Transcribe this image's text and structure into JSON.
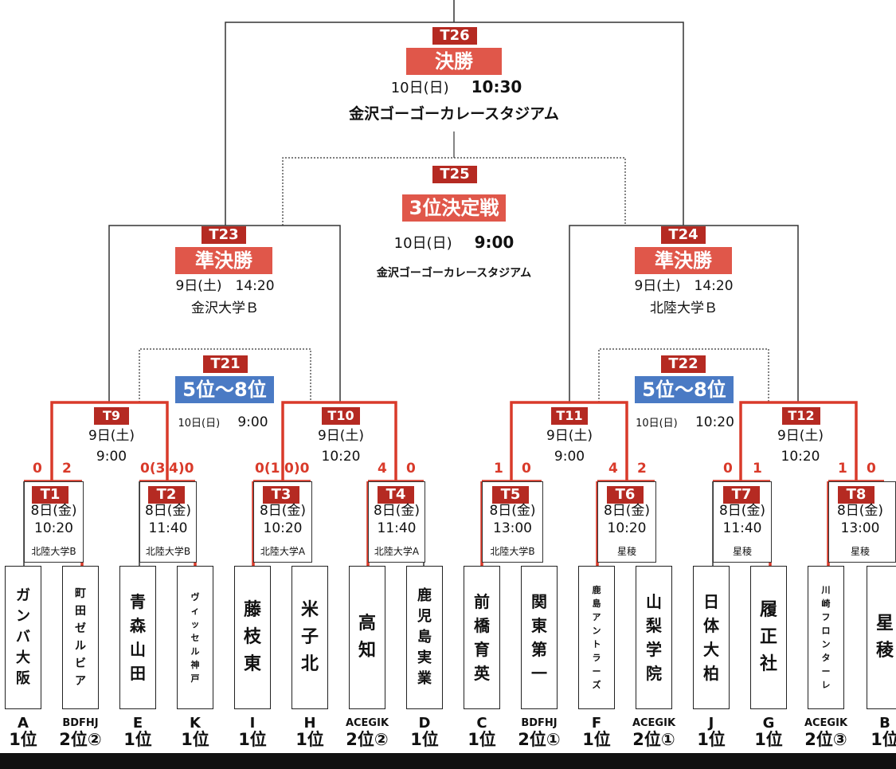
{
  "matches": {
    "T26": {
      "code": "T26",
      "title": "決勝",
      "date": "10日(日)",
      "time": "10:30",
      "venue": "金沢ゴーゴーカレースタジアム"
    },
    "T25": {
      "code": "T25",
      "title": "3位決定戦",
      "date": "10日(日)",
      "time": "9:00",
      "venue": "金沢ゴーゴーカレースタジアム"
    },
    "T23": {
      "code": "T23",
      "title": "準決勝",
      "datetime": "9日(土)　14:20",
      "venue": "金沢大学Ｂ"
    },
    "T24": {
      "code": "T24",
      "title": "準決勝",
      "datetime": "9日(土)　14:20",
      "venue": "北陸大学Ｂ"
    },
    "T21": {
      "code": "T21",
      "title": "5位～8位",
      "date": "10日(日)",
      "time": "9:00"
    },
    "T22": {
      "code": "T22",
      "title": "5位～8位",
      "date": "10日(日)",
      "time": "10:20"
    },
    "T9": {
      "code": "T9",
      "date": "9日(土)",
      "time": "9:00"
    },
    "T10": {
      "code": "T10",
      "date": "9日(土)",
      "time": "10:20"
    },
    "T11": {
      "code": "T11",
      "date": "9日(土)",
      "time": "9:00"
    },
    "T12": {
      "code": "T12",
      "date": "9日(土)",
      "time": "10:20"
    },
    "T1": {
      "code": "T1",
      "date": "8日(金)",
      "time": "10:20",
      "venue": "北陸大学B"
    },
    "T2": {
      "code": "T2",
      "date": "8日(金)",
      "time": "11:40",
      "venue": "北陸大学B"
    },
    "T3": {
      "code": "T3",
      "date": "8日(金)",
      "time": "10:20",
      "venue": "北陸大学A"
    },
    "T4": {
      "code": "T4",
      "date": "8日(金)",
      "time": "11:40",
      "venue": "北陸大学A"
    },
    "T5": {
      "code": "T5",
      "date": "8日(金)",
      "time": "13:00",
      "venue": "北陸大学B"
    },
    "T6": {
      "code": "T6",
      "date": "8日(金)",
      "time": "10:20",
      "venue": "星稜"
    },
    "T7": {
      "code": "T7",
      "date": "8日(金)",
      "time": "11:40",
      "venue": "星稜"
    },
    "T8": {
      "code": "T8",
      "date": "8日(金)",
      "time": "13:00",
      "venue": "星稜"
    }
  },
  "scores": {
    "T1_l": "0",
    "T1_r": "2",
    "T2_l": "0(3",
    "T2_r": "4)0",
    "T3_l": "0(1",
    "T3_r": "0)0",
    "T4_l": "4",
    "T4_r": "0",
    "T5_l": "1",
    "T5_r": "0",
    "T6_l": "4",
    "T6_r": "2",
    "T7_l": "0",
    "T7_r": "1",
    "T8_l": "1",
    "T8_r": "0"
  },
  "teams": [
    {
      "name": "ガンバ大阪",
      "seed_group": "A",
      "seed_rank": "1位"
    },
    {
      "name": "町田ゼルビア",
      "seed_group": "BDFHJ",
      "seed_rank": "2位②"
    },
    {
      "name": "青森山田",
      "seed_group": "E",
      "seed_rank": "1位"
    },
    {
      "name": "ヴィッセル神戸",
      "seed_group": "K",
      "seed_rank": "1位"
    },
    {
      "name": "藤枝東",
      "seed_group": "I",
      "seed_rank": "1位"
    },
    {
      "name": "米子北",
      "seed_group": "H",
      "seed_rank": "1位"
    },
    {
      "name": "高知",
      "seed_group": "ACEGIK",
      "seed_rank": "2位②"
    },
    {
      "name": "鹿児島実業",
      "seed_group": "D",
      "seed_rank": "1位"
    },
    {
      "name": "前橋育英",
      "seed_group": "C",
      "seed_rank": "1位"
    },
    {
      "name": "関東第一",
      "seed_group": "BDFHJ",
      "seed_rank": "2位①"
    },
    {
      "name": "鹿島アントラーズ",
      "seed_group": "F",
      "seed_rank": "1位"
    },
    {
      "name": "山梨学院",
      "seed_group": "ACEGIK",
      "seed_rank": "2位①"
    },
    {
      "name": "日体大柏",
      "seed_group": "J",
      "seed_rank": "1位"
    },
    {
      "name": "履正社",
      "seed_group": "G",
      "seed_rank": "1位"
    },
    {
      "name": "川崎フロンターレ",
      "seed_group": "ACEGIK",
      "seed_rank": "2位③"
    },
    {
      "name": "星稜",
      "seed_group": "B",
      "seed_rank": "1位"
    }
  ],
  "colors": {
    "code_bg": "#b52a22",
    "title_bg": "#e0574a",
    "placement_bg": "#4a7ac4",
    "win_line": "#d93a2a"
  }
}
